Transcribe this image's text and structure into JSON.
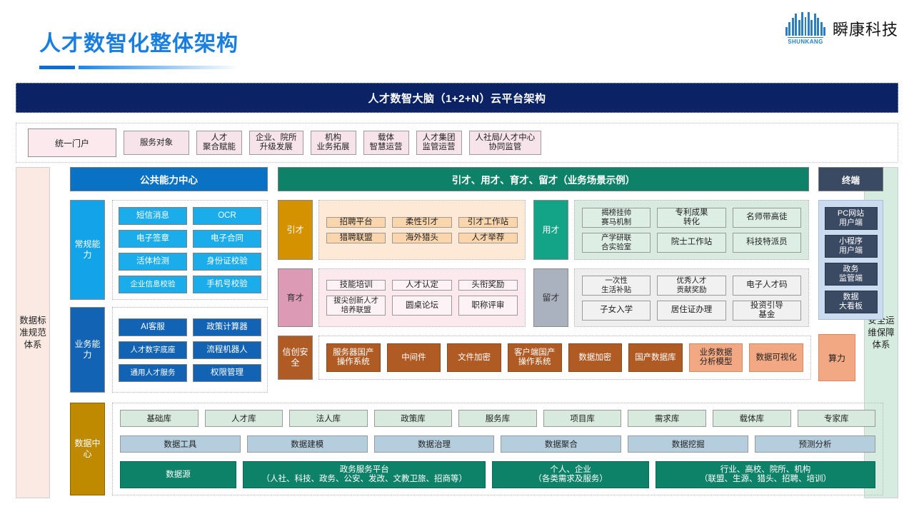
{
  "header": {
    "title": "人才数智化整体架构",
    "logo_word": "SHUNKANG",
    "logo_cn": "瞬康科技"
  },
  "banner": {
    "title": "人才数智大脑（1+2+N）云平台架构"
  },
  "portal": {
    "main": "统一门户",
    "boxes": [
      {
        "line1": "服务对象",
        "line2": ""
      },
      {
        "line1": "人才",
        "line2": "聚合赋能"
      },
      {
        "line1": "企业、院所",
        "line2": "升级发展"
      },
      {
        "line1": "机构",
        "line2": "业务拓展"
      },
      {
        "line1": "载体",
        "line2": "智慧运营"
      },
      {
        "line1": "人才集团",
        "line2": "监管运营"
      },
      {
        "line1": "人社局/人才中心",
        "line2": "协同监管"
      }
    ]
  },
  "rails": {
    "left": "数据标准规范体系",
    "right": "安全运维保障体系"
  },
  "headers": {
    "public": "公共能力中心",
    "scene": "引才、用才、育才、留才（业务场景示例）",
    "terminal": "终端"
  },
  "capabilities": [
    {
      "label": "常规能力",
      "items": [
        "短信消息",
        "OCR",
        "电子签章",
        "电子合同",
        "活体检测",
        "身份证校验",
        "企业信息校验",
        "手机号校验"
      ]
    },
    {
      "label": "业务能力",
      "items": [
        "AI客服",
        "政策计算器",
        "人才数字底座",
        "流程机器人",
        "通用人才服务",
        "权限管理"
      ]
    }
  ],
  "scenes": [
    {
      "label": "引才",
      "items": [
        "招聘平台",
        "柔性引才",
        "引才工作站",
        "猎聘联盟",
        "海外猎头",
        "人才举荐"
      ]
    },
    {
      "label": "用才",
      "items": [
        "揭榜挂帅\n赛马机制",
        "专利成果\n转化",
        "名师带高徒",
        "产学研联\n合实验室",
        "院士工作站",
        "科技特派员"
      ]
    },
    {
      "label": "育才",
      "items": [
        "技能培训",
        "人才认定",
        "头衔奖励",
        "拔尖创新人才\n培养联盟",
        "圆桌论坛",
        "职称评审"
      ]
    },
    {
      "label": "留才",
      "items": [
        "一次性\n生活补贴",
        "优秀人才\n贡献奖励",
        "电子人才码",
        "子女入学",
        "居住证办理",
        "投资引导\n基金"
      ]
    }
  ],
  "xinchuang": {
    "label": "信创安全",
    "items": [
      {
        "text": "服务器国产\n操作系统",
        "light": false
      },
      {
        "text": "中间件",
        "light": false
      },
      {
        "text": "文件加密",
        "light": false
      },
      {
        "text": "客户端国产\n操作系统",
        "light": false
      },
      {
        "text": "数据加密",
        "light": false
      },
      {
        "text": "国产数据库",
        "light": false
      },
      {
        "text": "业务数据\n分析模型",
        "light": true
      },
      {
        "text": "数据可视化",
        "light": true
      }
    ],
    "compute": "算力"
  },
  "terminal": {
    "items": [
      "PC网站\n用户端",
      "小程序\n用户端",
      "政务\n监管端",
      "数据\n大看板"
    ]
  },
  "data_center": {
    "label": "数据中心",
    "libraries": [
      "基础库",
      "人才库",
      "法人库",
      "政策库",
      "服务库",
      "项目库",
      "需求库",
      "载体库",
      "专家库"
    ],
    "tools": [
      {
        "text": "数据工具",
        "flex": 1
      },
      {
        "text": "数据建模",
        "flex": 1
      },
      {
        "text": "数据治理",
        "flex": 1
      },
      {
        "text": "数据聚合",
        "flex": 1
      },
      {
        "text": "数据挖掘",
        "flex": 1
      },
      {
        "text": "预测分析",
        "flex": 1
      }
    ],
    "sources": [
      {
        "text": "数据源",
        "flex": 1.0
      },
      {
        "text": "政务服务平台\n（人社、科技、政务、公安、发改、文教卫旅、招商等）",
        "flex": 2.1
      },
      {
        "text": "个人、企业\n（各类需求及服务）",
        "flex": 1.35
      },
      {
        "text": "行业、高校、院所、机构\n（联盟、生源、猎头、招聘、培训）",
        "flex": 1.9
      }
    ]
  },
  "colors": {
    "brand_blue": "#1a7ee0",
    "banner_navy": "#0b2265",
    "public_blue": "#0a72c4",
    "scene_green": "#0e8268",
    "terminal_navy": "#3b4a63",
    "gold": "#d49200",
    "pink": "#dd9ab5",
    "gray_blue": "#aab2c0",
    "rust": "#b05a24",
    "data_gold": "#bf8a00"
  }
}
